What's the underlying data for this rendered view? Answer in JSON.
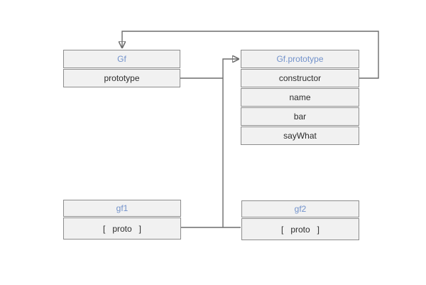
{
  "diagram": {
    "description": "JavaScript prototype chain diagram",
    "boxes": {
      "gf": {
        "title": "Gf",
        "rows": [
          "prototype"
        ]
      },
      "gf_prototype": {
        "title": "Gf.prototype",
        "rows": [
          "constructor",
          "name",
          "bar",
          "sayWhat"
        ]
      },
      "gf1": {
        "title": "gf1",
        "rows": [
          "[   proto   ]"
        ]
      },
      "gf2": {
        "title": "gf2",
        "rows": [
          "[   proto   ]"
        ]
      }
    },
    "edges": [
      {
        "id": "prototype-to-gf-prototype",
        "from": "Gf.prototype (property row)",
        "to": "Gf.prototype (object header)",
        "arrow": "right"
      },
      {
        "id": "constructor-to-gf",
        "from": "Gf.prototype.constructor",
        "to": "Gf (box top)",
        "arrow": "down"
      },
      {
        "id": "gf1-proto-to-trunk",
        "from": "gf1 [proto]",
        "to": "shared trunk to Gf.prototype",
        "arrow": "none"
      },
      {
        "id": "gf2-proto-to-trunk",
        "from": "gf2 [proto]",
        "to": "shared trunk to Gf.prototype",
        "arrow": "none"
      }
    ],
    "colors": {
      "background": "#ffffff",
      "box_fill": "#f1f1f1",
      "box_border": "#8d8d8d",
      "title_text": "#7292cb",
      "row_text": "#2d2d2d",
      "connector_line": "#6d6d6d",
      "arrowhead": "#3f3f3f"
    }
  }
}
